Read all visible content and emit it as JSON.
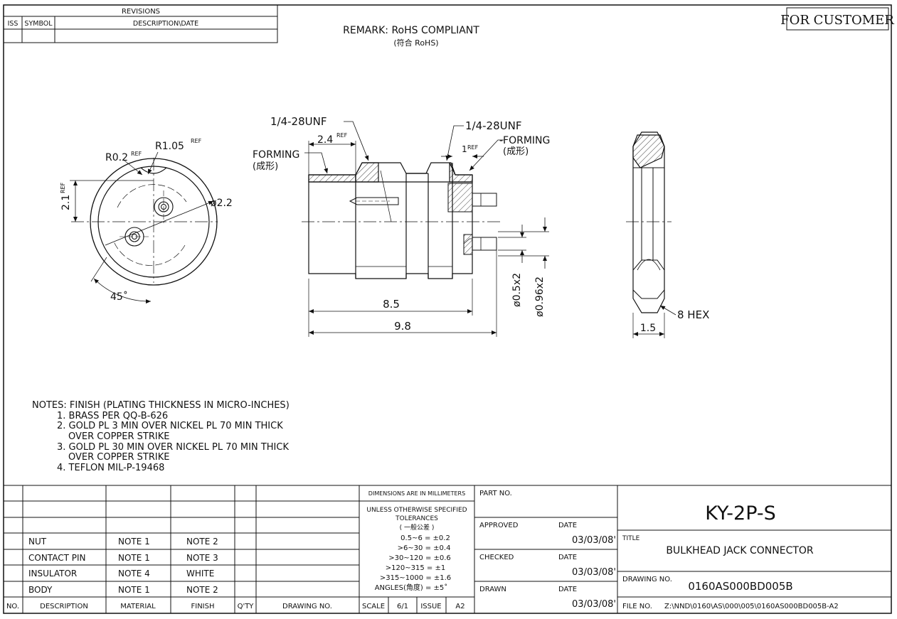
{
  "revisions": {
    "heading": "REVISIONS",
    "col_iss": "ISS",
    "col_symbol": "SYMBOL",
    "col_desc": "DESCRIPTION\\DATE"
  },
  "for_customer": "FOR CUSTOMER",
  "remark": {
    "line1": "REMARK:  RoHS  COMPLIANT",
    "line2": "(符合 RoHS)"
  },
  "dims": {
    "thread_left": "1/4-28UNF",
    "thread_right": "1/4-28UNF",
    "forming_left": "FORMING",
    "forming_left_cn": "(成形)",
    "forming_right": "-FORMING",
    "forming_right_cn": "(成形)",
    "ref_2_4": "2.4",
    "ref_1": "1",
    "ref_sup": "REF",
    "r02": "R0.2",
    "r105": "R1.05",
    "d21": "2.1",
    "dia22": "ø2.2",
    "ang45": "45˚",
    "len85": "8.5",
    "len98": "9.8",
    "dia05": "ø0.5x2",
    "dia096": "ø0.96x2",
    "hex": "8  HEX",
    "w15": "1.5"
  },
  "notes": {
    "title": "NOTES: FINISH  (PLATING  THICKNESS  IN  MICRO-INCHES)",
    "lines": [
      "1. BRASS  PER  QQ-B-626",
      "2. GOLD  PL  3  MIN  OVER  NICKEL  PL  70  MIN  THICK",
      "OVER  COPPER  STRIKE",
      "3. GOLD  PL  30  MIN  OVER  NICKEL  PL  70  MIN  THICK",
      "OVER  COPPER  STRIKE",
      "4. TEFLON  MIL-P-19468"
    ]
  },
  "bom": {
    "rows": [
      {
        "desc": "NUT",
        "material": "NOTE  1",
        "finish": "NOTE  2"
      },
      {
        "desc": "CONTACT  PIN",
        "material": "NOTE  1",
        "finish": "NOTE  3"
      },
      {
        "desc": "INSULATOR",
        "material": "NOTE  4",
        "finish": "WHITE"
      },
      {
        "desc": "BODY",
        "material": "NOTE  1",
        "finish": "NOTE  2"
      }
    ],
    "headers": {
      "no": "NO.",
      "desc": "DESCRIPTION",
      "material": "MATERIAL",
      "finish": "FINISH",
      "qty": "Q'TY",
      "drawing": "DRAWING  NO."
    }
  },
  "tolerances": {
    "l1": "DIMENSIONS  ARE  IN  MILLIMETERS",
    "l2": "UNLESS  OTHERWISE  SPECIFIED",
    "l3": "TOLERANCES",
    "l4": "( 一般公差 )",
    "l5": "0.5~6  =  ±0.2",
    "l6": ">6~30  =  ±0.4",
    "l7": ">30~120  =  ±0.6",
    "l8": ">120~315  =  ±1",
    "l9": ">315~1000  =  ±1.6",
    "l10": "ANGLES(角度)  =  ±5˚",
    "scale_label": "SCALE",
    "scale_value": "6/1",
    "issue_label": "ISSUE",
    "issue_value": "A2"
  },
  "signoff": {
    "part_no": "PART  NO.",
    "approved": "APPROVED",
    "checked": "CHECKED",
    "drawn": "DRAWN",
    "date": "DATE",
    "approved_date": "03/03/08'",
    "checked_date": "03/03/08'",
    "drawn_date": "03/03/08'"
  },
  "title_block": {
    "part_number": "KY-2P-S",
    "title_label": "TITLE",
    "title": "BULKHEAD  JACK  CONNECTOR",
    "drawing_no_label": "DRAWING  NO.",
    "drawing_no": "0160AS000BD005B",
    "file_no_label": "FILE  NO.",
    "file_no": "Z:\\NND\\0160\\AS\\000\\005\\0160AS000BD005B-A2"
  }
}
